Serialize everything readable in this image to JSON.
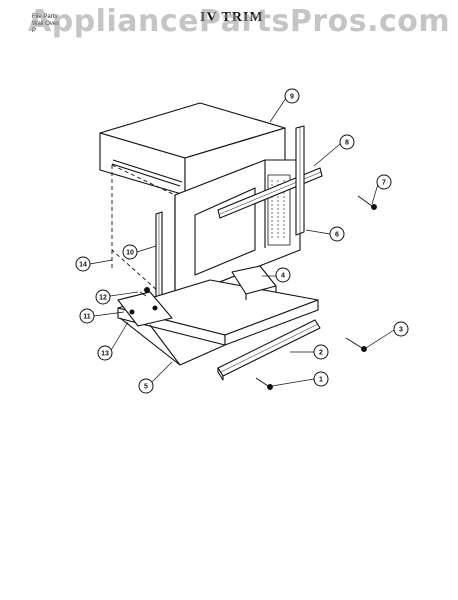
{
  "watermark": "AppliancePartsPros.com",
  "header": {
    "line1": "File Parts",
    "line2": "Wall Oven",
    "line3": "P"
  },
  "title": "IV TRIM",
  "callouts": [
    "1",
    "2",
    "3",
    "4",
    "5",
    "6",
    "7",
    "8",
    "9",
    "10",
    "11",
    "12",
    "13",
    "14"
  ]
}
